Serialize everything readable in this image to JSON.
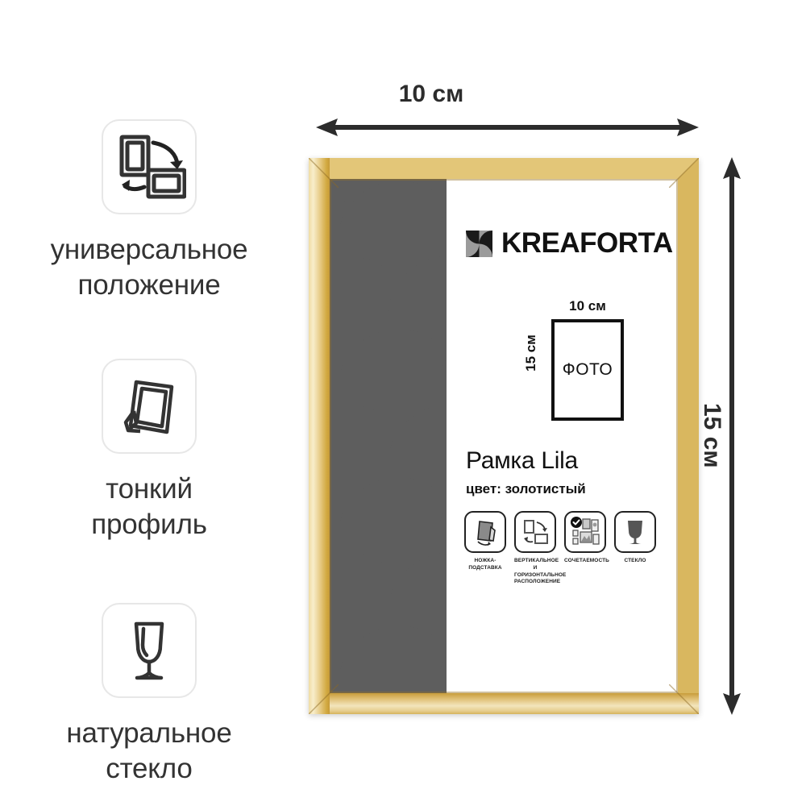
{
  "features": [
    {
      "icon": "frame-rotate-icon",
      "caption": "универсальное\nположение"
    },
    {
      "icon": "frame-stand-icon",
      "caption": "тонкий\nпрофиль"
    },
    {
      "icon": "wine-glass-icon",
      "caption": "натуральное\nстекло"
    }
  ],
  "dimensions": {
    "width_label": "10 см",
    "height_label": "15 см"
  },
  "frame": {
    "color_hex": "#e0c076",
    "product_title": "Рамка Lila",
    "product_color": "цвет: золотистый",
    "brand": "KREAFORTA",
    "size_diagram": {
      "width_label": "10 см",
      "height_label": "15 см",
      "inner_label": "ФОТО"
    },
    "specs": [
      {
        "icon": "easel-stand-icon",
        "caption": "НОЖКА-\nПОДСТАВКА"
      },
      {
        "icon": "orientation-icon",
        "caption": "ВЕРТИКАЛЬНОЕ\nИ ГОРИЗОНТАЛЬНОЕ\nРАСПОЛОЖЕНИЕ"
      },
      {
        "icon": "gallery-wall-icon",
        "caption": "СОЧЕТАЕМОСТЬ"
      },
      {
        "icon": "wine-glass-icon",
        "caption": "СТЕКЛО"
      }
    ],
    "pattern": {
      "background_hex": "#b9b9b9",
      "shape_hex": "#5e5e5e"
    }
  }
}
